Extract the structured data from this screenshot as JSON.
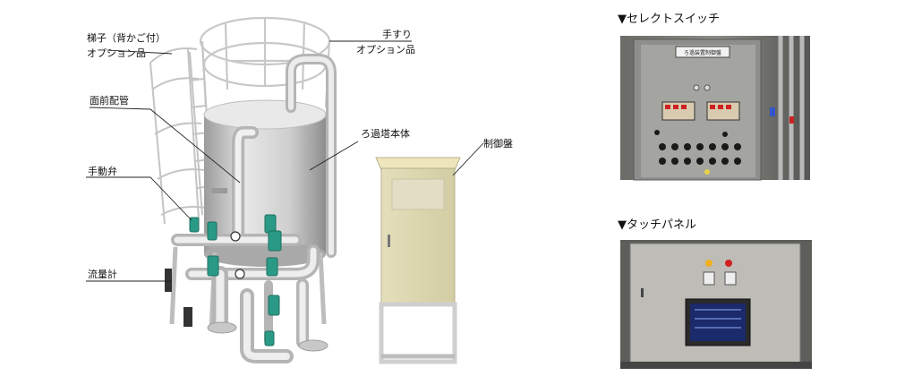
{
  "labels": {
    "ladder_line1": "梯子（背かご付）",
    "ladder_line2": "オプション品",
    "handrail_line1": "手すり",
    "handrail_line2": "オプション品",
    "front_piping": "面前配管",
    "tower_body": "ろ過塔本体",
    "control_panel": "制御盤",
    "manual_valve": "手動弁",
    "flow_meter": "流量計"
  },
  "photos": {
    "select_switch_title": "▼セレクトスイッチ",
    "touch_panel_title": "▼タッチパネル",
    "panel_plate_text": "ろ過装置制御盤"
  }
}
